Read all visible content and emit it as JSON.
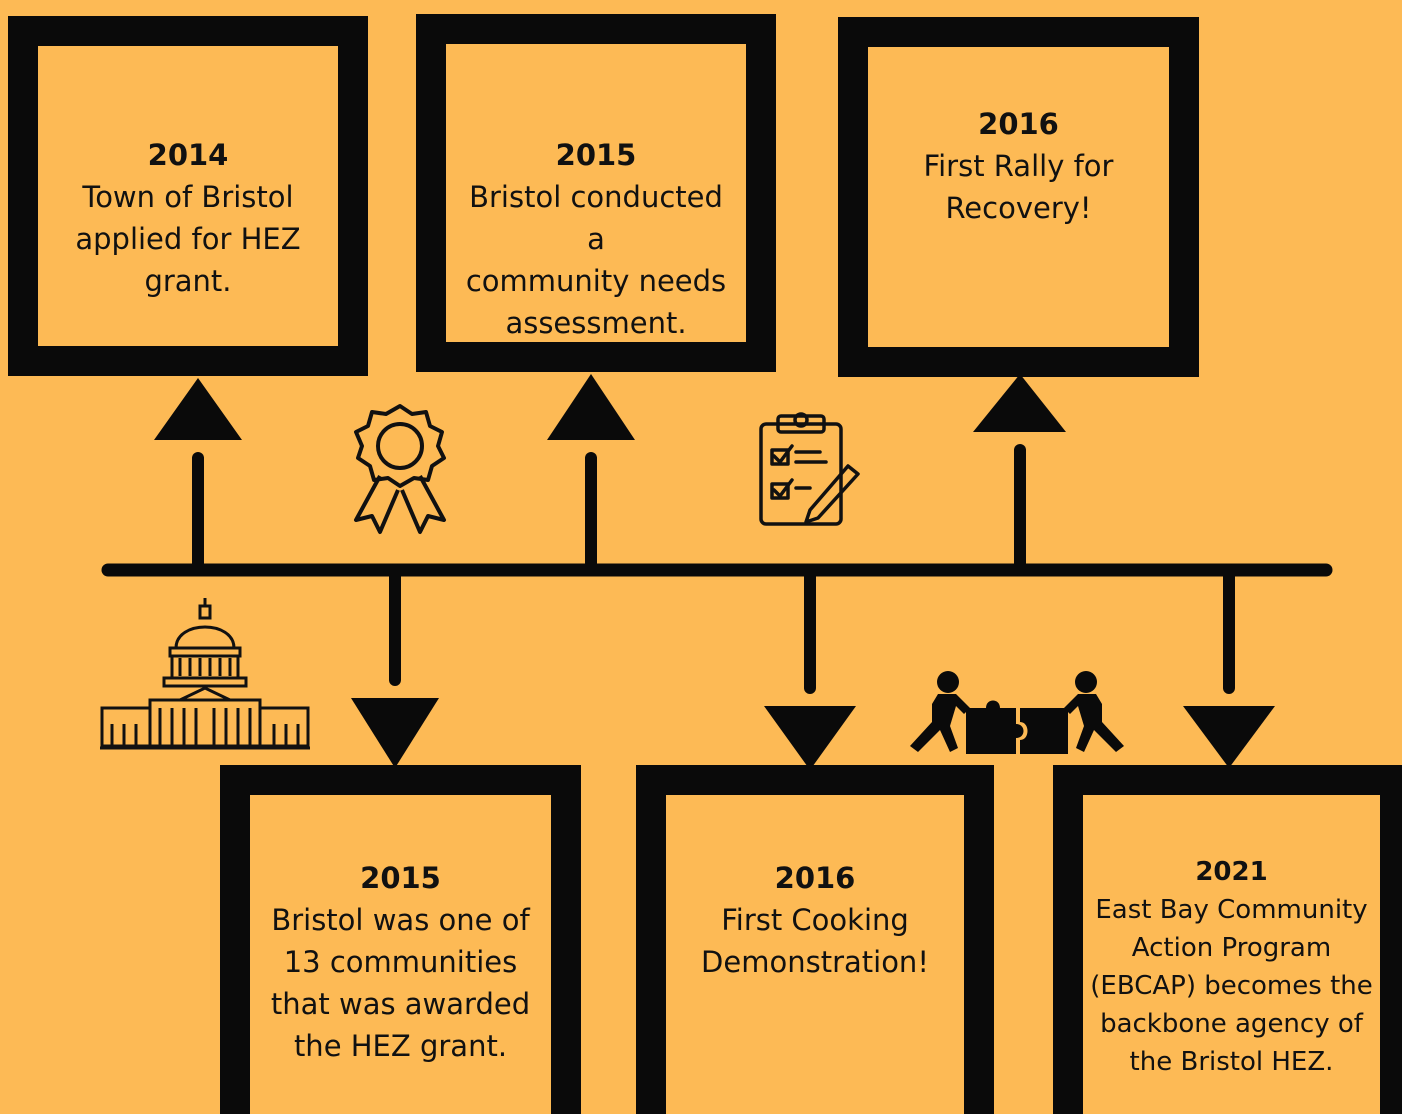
{
  "colors": {
    "background": "#FDBA55",
    "line": "#0a0a0a",
    "ribbon": "#7B4CB8"
  },
  "events": [
    {
      "year": "2014",
      "text": "Town of Bristol\napplied for HEZ\ngrant."
    },
    {
      "year": "2015",
      "text": "Bristol conducted\na\ncommunity needs\nassessment."
    },
    {
      "year": "2016",
      "text": "First Rally for\nRecovery!"
    },
    {
      "year": "2015",
      "text": "Bristol was one of\n13 communities\nthat was awarded\nthe HEZ grant."
    },
    {
      "year": "2016",
      "text": "First Cooking\nDemonstration!"
    },
    {
      "year": "2021",
      "text": "East Bay Community\nAction Program\n(EBCAP) becomes the\nbackbone agency of\nthe Bristol HEZ."
    }
  ],
  "icons": [
    "award-ribbon-icon",
    "clipboard-checklist-icon",
    "purple-ribbon-icon",
    "capitol-building-icon",
    "puzzle-teamwork-icon",
    "frying-pan-icon"
  ]
}
